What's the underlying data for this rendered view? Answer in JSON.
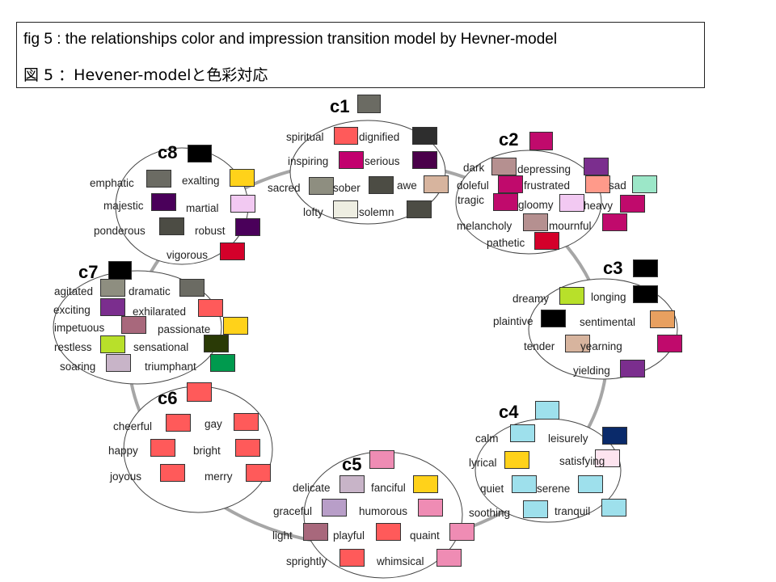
{
  "title": {
    "en": "fig 5 : the relationships color and impression transition model by Hevner-model",
    "ja": "図 5 ：Hevener-modelと色彩対応"
  },
  "clusters": [
    {
      "id": "c1",
      "label": "c1",
      "color": "#6b6b63",
      "words": [
        {
          "text": "spiritual",
          "color": "#ff5a5a"
        },
        {
          "text": "dignified",
          "color": "#2e2e2e"
        },
        {
          "text": "inspiring",
          "color": "#c2006e"
        },
        {
          "text": "serious",
          "color": "#4a004a"
        },
        {
          "text": "sacred",
          "color": "#8e8e80"
        },
        {
          "text": "sober",
          "color": "#4c4c44"
        },
        {
          "text": "awe",
          "color": "#d7b49e"
        },
        {
          "text": "lofty",
          "color": "#eeeee2"
        },
        {
          "text": "solemn",
          "color": "#4c4c44"
        }
      ]
    },
    {
      "id": "c2",
      "label": "c2",
      "color": "#c00a6c",
      "words": [
        {
          "text": "dark",
          "color": "#b59090"
        },
        {
          "text": "depressing",
          "color": "#7b2e8e"
        },
        {
          "text": "doleful",
          "color": "#c00a6c"
        },
        {
          "text": "frustrated",
          "color": "#ff9a8a"
        },
        {
          "text": "sad",
          "color": "#9ce7c8"
        },
        {
          "text": "tragic",
          "color": "#c00a6c"
        },
        {
          "text": "gloomy",
          "color": "#f2c9f2"
        },
        {
          "text": "heavy",
          "color": "#c00a6c"
        },
        {
          "text": "melancholy",
          "color": "#b59090"
        },
        {
          "text": "mournful",
          "color": "#c00a6c"
        },
        {
          "text": "pathetic",
          "color": "#d4002a"
        }
      ]
    },
    {
      "id": "c3",
      "label": "c3",
      "color": "#000000",
      "words": [
        {
          "text": "dreamy",
          "color": "#b8e02a"
        },
        {
          "text": "longing",
          "color": "#000000"
        },
        {
          "text": "plaintive",
          "color": "#000000"
        },
        {
          "text": "sentimental",
          "color": "#e8a060"
        },
        {
          "text": "tender",
          "color": "#d7b49e"
        },
        {
          "text": "yearning",
          "color": "#c00a6c"
        },
        {
          "text": "yielding",
          "color": "#7b2e8e"
        }
      ]
    },
    {
      "id": "c4",
      "label": "c4",
      "color": "#9ee0ec",
      "words": [
        {
          "text": "calm",
          "color": "#9ee0ec"
        },
        {
          "text": "leisurely",
          "color": "#0a2a6a"
        },
        {
          "text": "lyrical",
          "color": "#ffd21a"
        },
        {
          "text": "satisfying",
          "color": "#fde4ef"
        },
        {
          "text": "quiet",
          "color": "#9ee0ec"
        },
        {
          "text": "serene",
          "color": "#9ee0ec"
        },
        {
          "text": "soothing",
          "color": "#9ee0ec"
        },
        {
          "text": "tranquil",
          "color": "#9ee0ec"
        }
      ]
    },
    {
      "id": "c5",
      "label": "c5",
      "color": "#ef8cb4",
      "words": [
        {
          "text": "delicate",
          "color": "#c8b4c8"
        },
        {
          "text": "fanciful",
          "color": "#ffd21a"
        },
        {
          "text": "graceful",
          "color": "#b89ec8"
        },
        {
          "text": "humorous",
          "color": "#ef8cb4"
        },
        {
          "text": "light",
          "color": "#a8687c"
        },
        {
          "text": "playful",
          "color": "#ff5a5a"
        },
        {
          "text": "quaint",
          "color": "#ef8cb4"
        },
        {
          "text": "sprightly",
          "color": "#ff5a5a"
        },
        {
          "text": "whimsical",
          "color": "#ef8cb4"
        }
      ]
    },
    {
      "id": "c6",
      "label": "c6",
      "color": "#ff5a5a",
      "words": [
        {
          "text": "cheerful",
          "color": "#ff5a5a"
        },
        {
          "text": "gay",
          "color": "#ff5a5a"
        },
        {
          "text": "happy",
          "color": "#ff5a5a"
        },
        {
          "text": "bright",
          "color": "#ff5a5a"
        },
        {
          "text": "joyous",
          "color": "#ff5a5a"
        },
        {
          "text": "merry",
          "color": "#ff5a5a"
        }
      ]
    },
    {
      "id": "c7",
      "label": "c7",
      "color": "#000000",
      "words": [
        {
          "text": "agitated",
          "color": "#8e8e80"
        },
        {
          "text": "dramatic",
          "color": "#6b6b63"
        },
        {
          "text": "exciting",
          "color": "#7b2e8e"
        },
        {
          "text": "exhilarated",
          "color": "#ff5a5a"
        },
        {
          "text": "impetuous",
          "color": "#a8687c"
        },
        {
          "text": "passionate",
          "color": "#ffd21a"
        },
        {
          "text": "restless",
          "color": "#b8e02a"
        },
        {
          "text": "sensational",
          "color": "#2a3a06"
        },
        {
          "text": "soaring",
          "color": "#c8b4c8"
        },
        {
          "text": "triumphant",
          "color": "#009a4e"
        }
      ]
    },
    {
      "id": "c8",
      "label": "c8",
      "color": "#000000",
      "words": [
        {
          "text": "emphatic",
          "color": "#6b6b63"
        },
        {
          "text": "exalting",
          "color": "#ffd21a"
        },
        {
          "text": "majestic",
          "color": "#4a005a"
        },
        {
          "text": "martial",
          "color": "#f2c9f2"
        },
        {
          "text": "ponderous",
          "color": "#4c4c44"
        },
        {
          "text": "robust",
          "color": "#4a005a"
        },
        {
          "text": "vigorous",
          "color": "#d4002a"
        }
      ]
    }
  ]
}
